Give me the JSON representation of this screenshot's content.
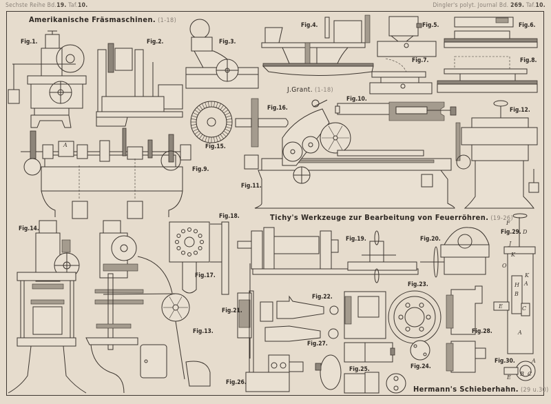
{
  "header": {
    "left_prefix": "Sechste Reihe Bd.",
    "left_volume": "19.",
    "left_taf_label": "Taf.",
    "left_taf": "10.",
    "right_prefix": "Dingler's polyt. Journal Bd.",
    "right_volume": "269.",
    "right_taf_label": "Taf.",
    "right_taf": "10."
  },
  "sections": {
    "milling": {
      "title": "Amerikanische Fräsmaschinen.",
      "range": "(1-18)"
    },
    "grant": {
      "title": "J.Grant.",
      "range": "(1-18)"
    },
    "tichy": {
      "title": "Tichy's Werkzeuge zur Bearbeitung von Feuerröhren.",
      "range": "(19-26)"
    },
    "hermann": {
      "title": "Hermann's Schieberhahn.",
      "range": "(29 u.30)"
    }
  },
  "figures": {
    "f1": "Fig.1.",
    "f2": "Fig.2.",
    "f3": "Fig.3.",
    "f4": "Fig.4.",
    "f5": "Fig.5.",
    "f6": "Fig.6.",
    "f7": "Fig.7.",
    "f8": "Fig.8.",
    "f9": "Fig.9.",
    "f10": "Fig.10.",
    "f11": "Fig.11.",
    "f12": "Fig.12.",
    "f13": "Fig.13.",
    "f14": "Fig.14.",
    "f15": "Fig.15.",
    "f16": "Fig.16.",
    "f17": "Fig.17.",
    "f18": "Fig.18.",
    "f19": "Fig.19.",
    "f20": "Fig.20.",
    "f21": "Fig.21.",
    "f22": "Fig.22.",
    "f23": "Fig.23.",
    "f24": "Fig.24.",
    "f25": "Fig.25.",
    "f26": "Fig.26.",
    "f27": "Fig.27.",
    "f28": "Fig.28.",
    "f29": "Fig.29.",
    "f30": "Fig.30."
  },
  "fig29_letters": {
    "F": "F",
    "D": "D",
    "J": "J",
    "K1": "K",
    "O": "O",
    "K2": "K",
    "H": "H",
    "A1": "A",
    "B": "B",
    "E": "E",
    "C": "C",
    "A2": "A"
  },
  "fig30_letters": {
    "A": "A",
    "E": "E",
    "B": "B",
    "C": "C"
  },
  "fig9_letters": {
    "A": "A"
  }
}
